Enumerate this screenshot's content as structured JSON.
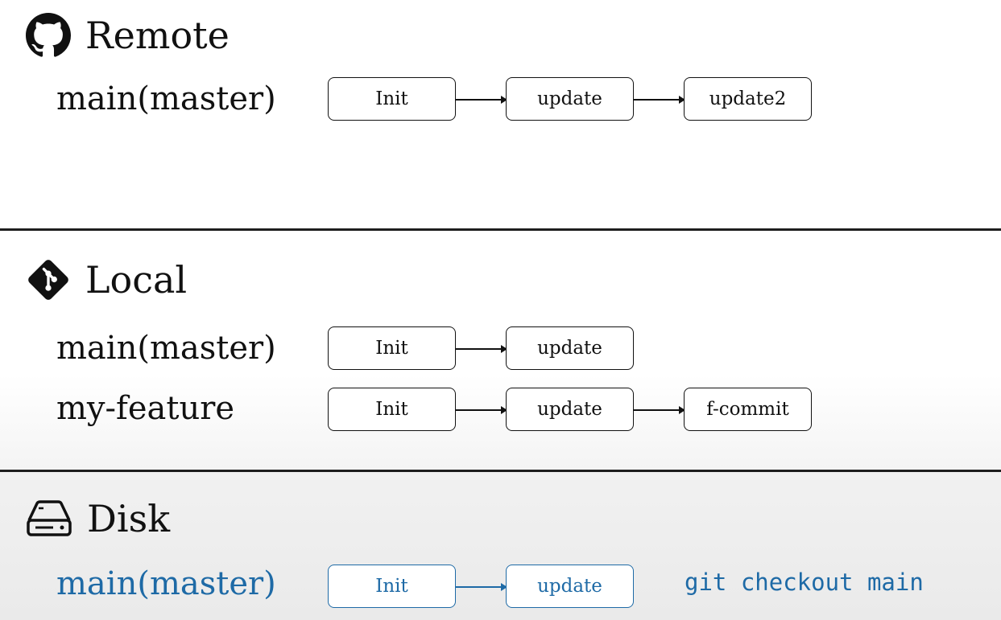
{
  "remote": {
    "title": "Remote",
    "icon": "github-icon",
    "branches": [
      {
        "name": "main(master)",
        "commits": [
          "Init",
          "update",
          "update2"
        ]
      }
    ]
  },
  "local": {
    "title": "Local",
    "icon": "git-icon",
    "branches": [
      {
        "name": "main(master)",
        "commits": [
          "Init",
          "update"
        ]
      },
      {
        "name": "my-feature",
        "commits": [
          "Init",
          "update",
          "f-commit"
        ]
      }
    ]
  },
  "disk": {
    "title": "Disk",
    "icon": "hard-drive-icon",
    "branches": [
      {
        "name": "main(master)",
        "commits": [
          "Init",
          "update"
        ]
      }
    ],
    "command": "git checkout main"
  },
  "colors": {
    "ink": "#111111",
    "accent": "#1e6aa6"
  }
}
